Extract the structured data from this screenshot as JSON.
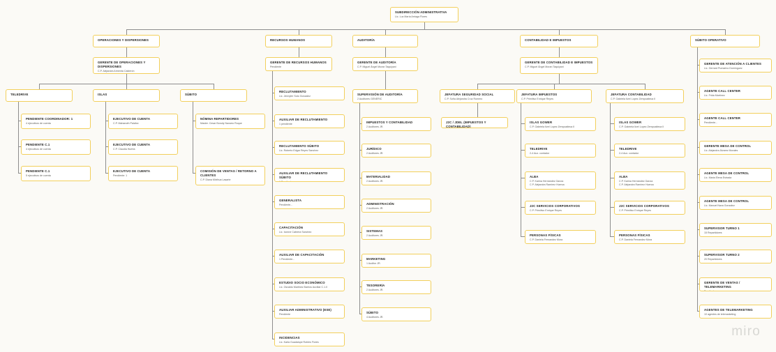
{
  "watermark": "miro",
  "colors": {
    "canvas_background": "#fbfaf6",
    "node_border": "#f2cf5b",
    "node_background": "#ffffff",
    "connector_line": "#8d8d8d",
    "title_text": "#20201e",
    "subtitle_text": "#5d5d58"
  },
  "chart": {
    "type": "org-chart",
    "root": {
      "title": "SUBDIRECCIÓN ADMINISTRATIVA",
      "subtitle": "Lic. Luz María Arriaga Flores"
    },
    "divisions": [
      {
        "title": "OPERACIONES Y DISPERSIONES",
        "manager": {
          "title": "GERENTE DE OPERACIONES Y DISPERSIONES",
          "subtitle": "C.P. Alejandra Armenta Calderón"
        }
      },
      {
        "title": "RECURSOS HUMANOS",
        "manager": {
          "title": "GERENTE DE RECURSOS HUMANOS",
          "subtitle": "Pendiente"
        }
      },
      {
        "title": "AUDITORÍA",
        "manager": {
          "title": "GERENTE DE AUDITORÍA",
          "subtitle": "C.P. Miguel Ángel Moran Taquiyani"
        }
      },
      {
        "title": "CONTABILIDAD E IMPUESTOS",
        "manager": {
          "title": "GERENTE DE CONTABILIDAD E IMPUESTOS",
          "subtitle": "C.P. Miguel Ángel Moran Taquiyani"
        }
      },
      {
        "title": "SÚBITO OPERATIVO",
        "manager": null
      }
    ],
    "operaciones_groups": [
      {
        "title": "TELEDRIVE",
        "children": [
          {
            "title": "Pendiente Coordinador: 1",
            "subtitle": "4 ejecutivos de cuenta"
          },
          {
            "title": "Pendiente C.1",
            "subtitle": "4 ejecutivos de cuenta"
          },
          {
            "title": "Pendiente C.1",
            "subtitle": "5 ejecutivos de cuenta"
          }
        ]
      },
      {
        "title": "ISLAS",
        "children": [
          {
            "title": "EJECUTIVO DE CUENTA",
            "subtitle": "C.P. Mahanoth Palafox"
          },
          {
            "title": "EJECUTIVO DE CUENTA",
            "subtitle": "C.P. Claudia Huerta"
          },
          {
            "title": "EJECUTIVO DE CUENTA",
            "subtitle": "Pendiente: 1"
          }
        ]
      },
      {
        "title": "SÚBITO",
        "children": [
          {
            "title": "NÓMINA REPARTIDORES",
            "subtitle": "Master. Cesar Bonoly Navarro Roque"
          },
          {
            "title": "COMISIÓN DE VENTAS / RETORNO A CLIENTES",
            "subtitle": "C.P. Diana Mixthua Lasarte"
          }
        ]
      }
    ],
    "recursos_humanos_items": [
      {
        "title": "RECLUTAMIENTO",
        "subtitle": "Lic. Jennyfer Soto Gonzalez"
      },
      {
        "title": "AUXILIAR DE RECLUTAMIENTO",
        "subtitle": "1 pendiente"
      },
      {
        "title": "RECLUTAMIENTO SÚBITO",
        "subtitle": "Lic. Roberto Edgar Reyes Sanchez"
      },
      {
        "title": "AUXILIAR DE RECLUTAMIENTO SÚBITO",
        "subtitle": "1 Pendiente..."
      },
      {
        "title": "GENERALISTA",
        "subtitle": "Pendiente..."
      },
      {
        "title": "CAPACITACIÓN",
        "subtitle": "Lic. Ivonne Cabrera Sanchez"
      },
      {
        "title": "AUXILIAR DE CAPACITACIÓN",
        "subtitle": "1 Pendiente..."
      },
      {
        "title": "ESTUDIO SOCIO ECONÓMICO",
        "subtitle": "Lic. Osvaldo Martinez Barrios Auxiliar C.1.0"
      },
      {
        "title": "AUXILIAR ADMINISTRATIVO (ESE)",
        "subtitle": "Pendiente"
      },
      {
        "title": "INCIDENCIAS",
        "subtitle": "Lic. Karla Guadalupe Robles Flores"
      }
    ],
    "auditoria_supervision": {
      "title": "SUPERVISIÓN DE AUDITORÍA",
      "subtitle": "2 Auditores GENERIC"
    },
    "auditoria_items": [
      {
        "title": "IMPUESTOS Y CONTABILIDAD",
        "subtitle": "2 Auditores JR."
      },
      {
        "title": "JURÍDICO",
        "subtitle": "2 Auditores JR."
      },
      {
        "title": "MATERIALIDAD",
        "subtitle": "2 Auditores JR."
      },
      {
        "title": "ADMINISTRACIÓN",
        "subtitle": "2 Auditores JR."
      },
      {
        "title": "SISTEMAS",
        "subtitle": "2 Auditores JR."
      },
      {
        "title": "MARKETING",
        "subtitle": "1 Auditor JR."
      },
      {
        "title": "TESORERÍA",
        "subtitle": "2 Auditores JR."
      },
      {
        "title": "SÚBITO",
        "subtitle": "4 Auditores JR."
      }
    ],
    "contabilidad_jefaturas": [
      {
        "title": "JEFATURA SEGURIDAD SOCIAL",
        "subtitle": "C.P. Sofía Alejandra Cruz Romero",
        "children": [
          {
            "title": "J2C / JDEL (IMPUESTOS Y CONTABILIDAD)",
            "subtitle": ""
          }
        ]
      },
      {
        "title": "JEFATURA IMPUESTOS",
        "subtitle": "C.P. Primitivo Enrique Reyes",
        "children": [
          {
            "title": "ISLAS GOWER",
            "subtitle": "C.P. Gabriela Itzel Lopez Zempoalteca II"
          },
          {
            "title": "TELEDRIVE",
            "subtitle": "2-4 Aux. contador"
          },
          {
            "title": "ALBA",
            "subtitle": "C.P. Karina Hernández García",
            "subtitle2": "C.P. Alejandra Ramírez Huerca"
          },
          {
            "title": "J2C SERVICIOS CORPORATIVOS",
            "subtitle": "C.P. Primitivo Enrique Reyes"
          },
          {
            "title": "PERSONAS FÍSICAS",
            "subtitle": "C.P. Daniela Fernandez Mora"
          }
        ]
      },
      {
        "title": "JEFATURA CONTABILIDAD",
        "subtitle": "C.P. Gabriela Itzel Lopez Zempoalteca II",
        "children": [
          {
            "title": "ISLAS GOWER",
            "subtitle": "C.P. Gabriela Itzel Lopez Zempoalteca II"
          },
          {
            "title": "TELEDRIVE",
            "subtitle": "2-4 Aux. contador"
          },
          {
            "title": "ALBA",
            "subtitle": "C.P. Karina Hernández García",
            "subtitle2": "C.P. Alejandra Ramírez Huerca"
          },
          {
            "title": "J2C SERVICIOS CORPORATIVOS",
            "subtitle": "C.P. Primitivo Enrique Reyes"
          },
          {
            "title": "PERSONAS FÍSICAS",
            "subtitle": "C.P. Daniela Fernandez Mora"
          }
        ]
      }
    ],
    "subito_operativo_items": [
      {
        "title": "GERENTE DE ATENCIÓN A CLIENTES",
        "subtitle": "Lic. Gerrard Pumarino Domínguez"
      },
      {
        "title": "AGENTE CALL CENTER",
        "subtitle": "Lic. Frida Martínez"
      },
      {
        "title": "AGENTE CALL CENTER",
        "subtitle": "Pendiente..."
      },
      {
        "title": "GERENTE MESA DE CONTROL",
        "subtitle": "Lic. Alejandra Álvarez Morales"
      },
      {
        "title": "AGENTE MESA DE CONTROL",
        "subtitle": "Lic. Maria Elena Estrada"
      },
      {
        "title": "AGENTE MESA DE CONTROL",
        "subtitle": "Lic. Manuel Nava Gonzalez"
      },
      {
        "title": "SUPERVISOR TURNO 1",
        "subtitle": "15 Repartidores"
      },
      {
        "title": "SUPERVISOR TURNO 2",
        "subtitle": "20 Repartidores"
      },
      {
        "title": "GERENTE DE VENTAS / TELEMARKETING",
        "subtitle": "Pendiente..."
      },
      {
        "title": "AGENTES DE TELEMARKETING",
        "subtitle": "10 agentes de telemarketing"
      }
    ]
  }
}
